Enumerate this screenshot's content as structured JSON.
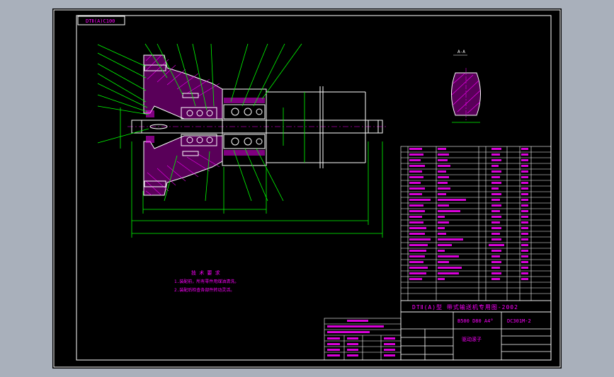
{
  "drawing": {
    "corner_label": "DTⅡ(A)C100",
    "section_label": "A-A",
    "notes": {
      "title": "技 术 要 求",
      "lines": [
        "1.装配前，所有零件用煤油清洗。",
        "2.装配后检查各部件转动灵活。"
      ]
    },
    "title_block": {
      "series_title": "DTⅡ(A)型 带式输送机专用图-2002",
      "spec": "B500 D80 A4°",
      "part_code": "DC301M-2",
      "part_name": "驱动滚子"
    }
  },
  "colors": {
    "background": "#000000",
    "lines": "#ffffff",
    "dimensions": "#00ff00",
    "text": "#ff00ff",
    "hatch": "#ff00ff",
    "viewport_border": "#a9b0bb"
  }
}
